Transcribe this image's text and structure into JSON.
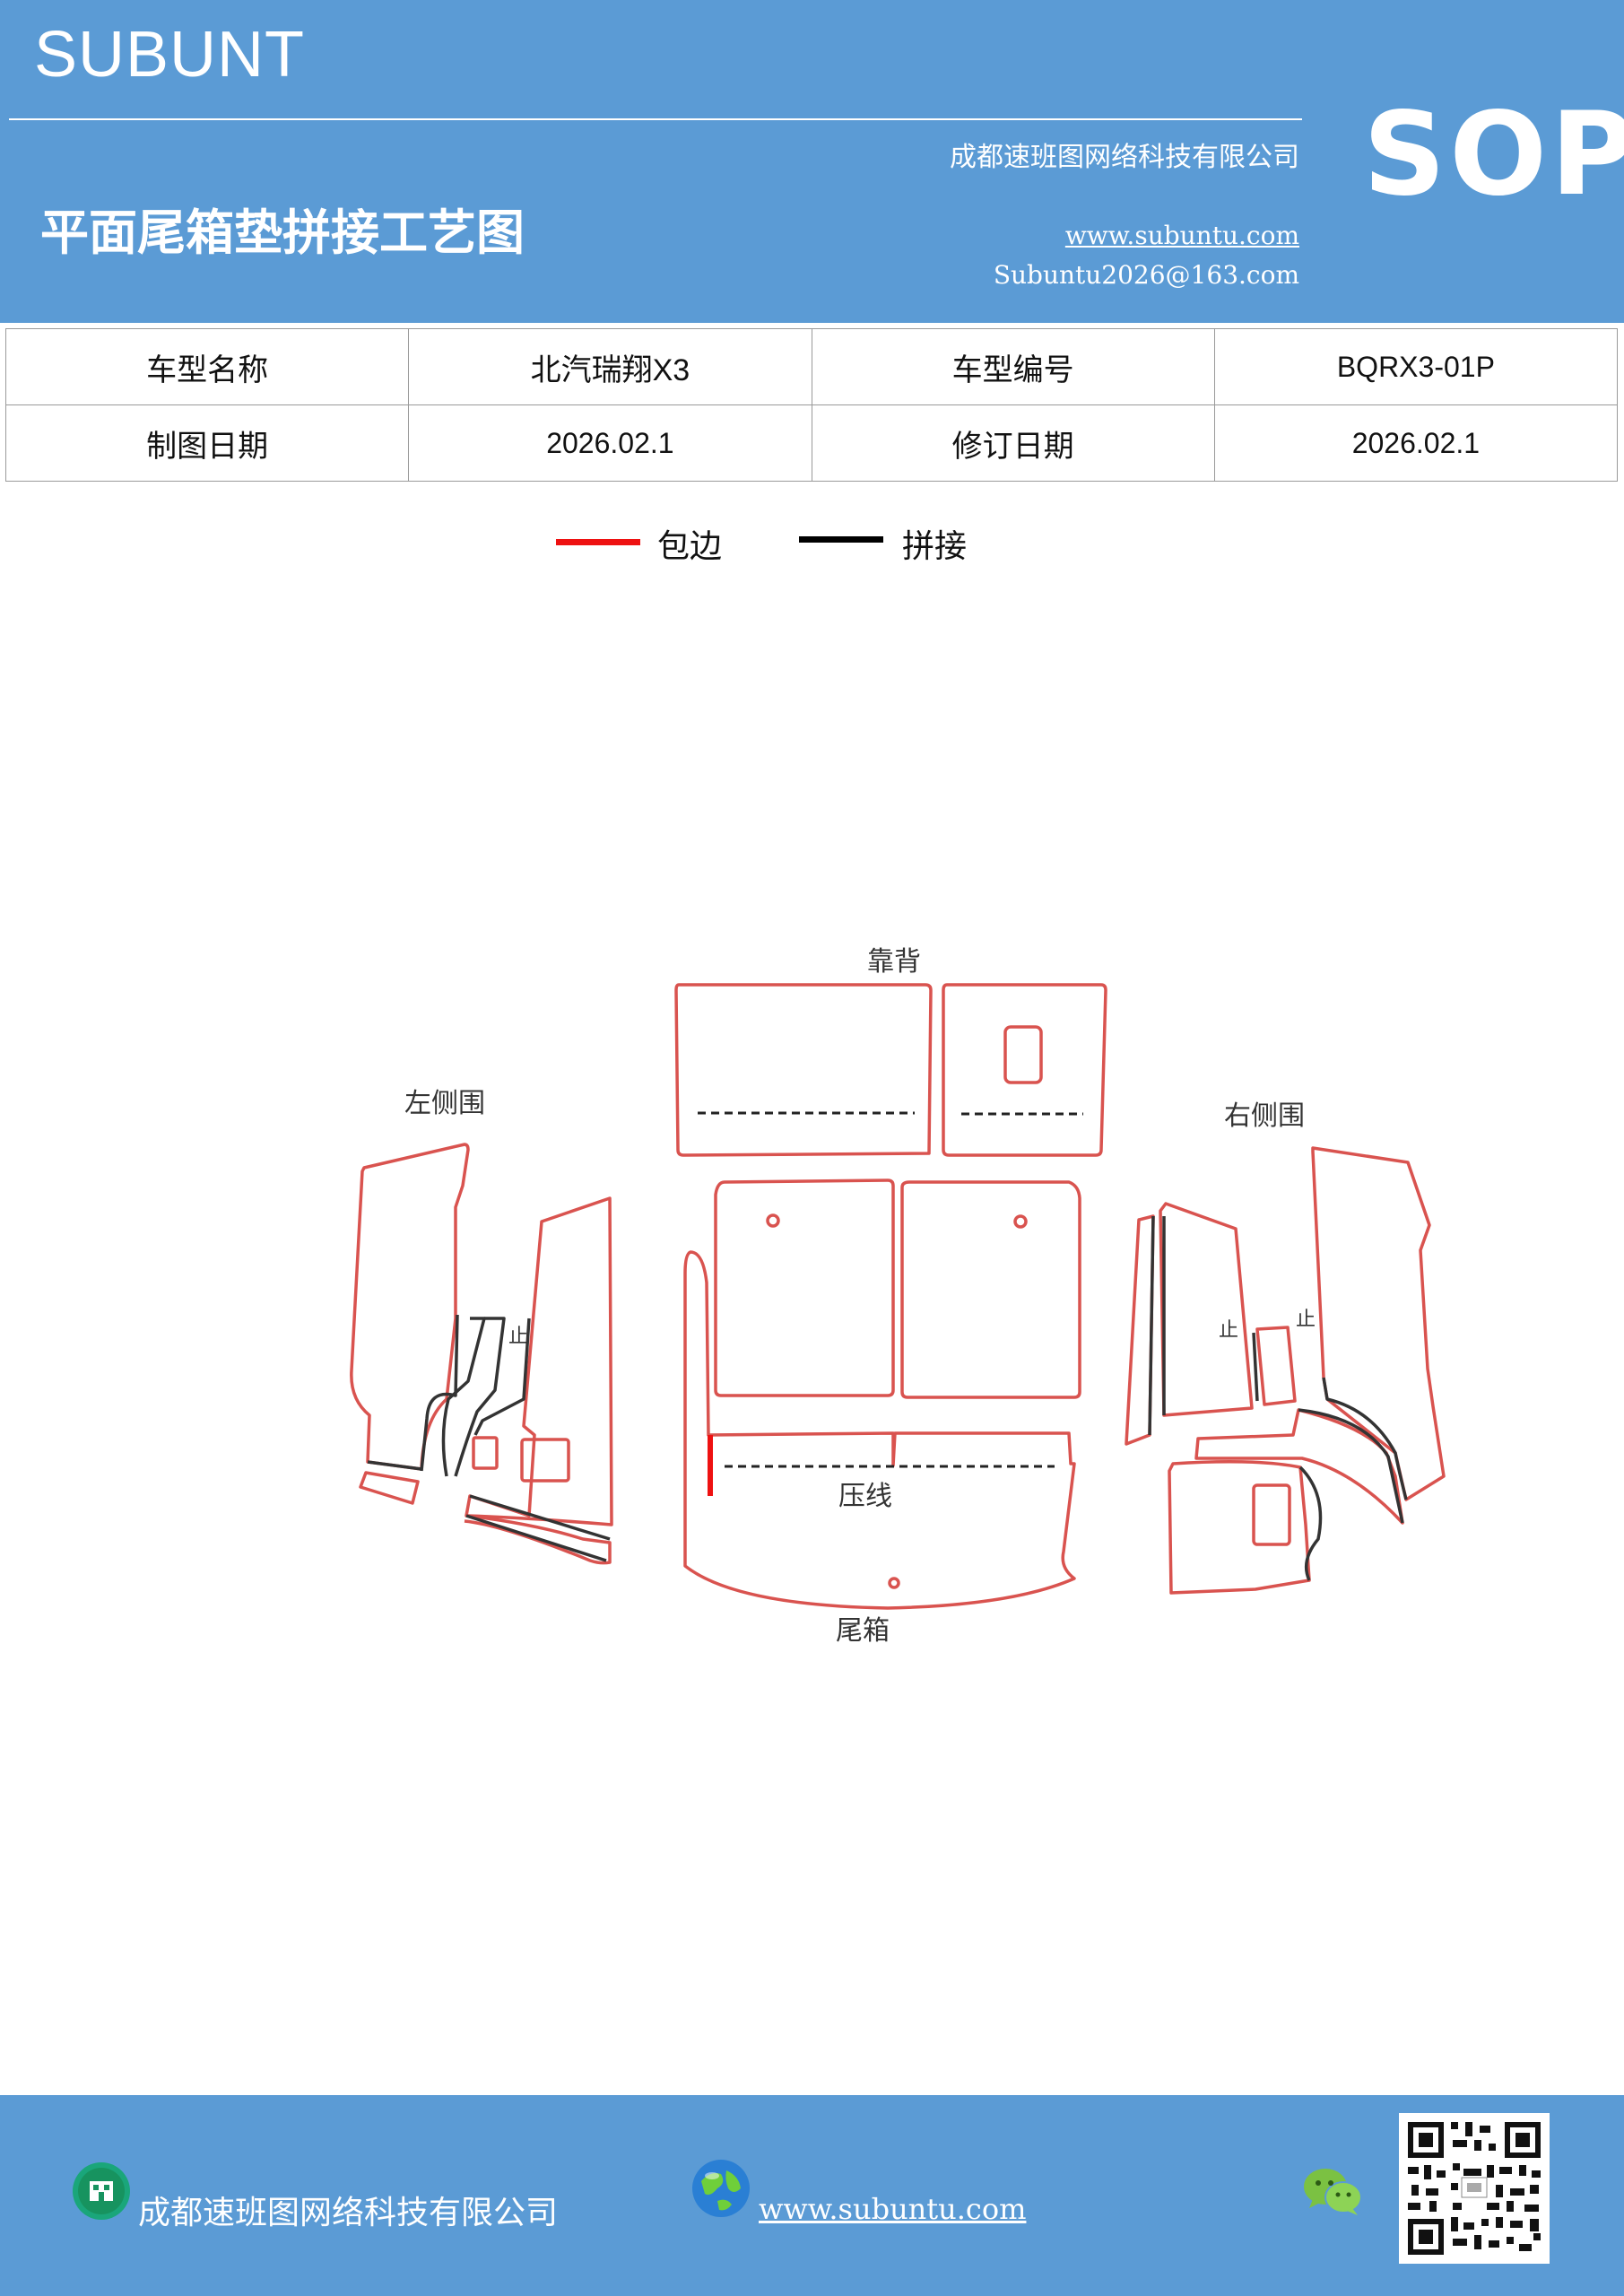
{
  "header": {
    "brand": "SUBUNT",
    "company": "成都速班图网络科技有限公司",
    "sop": "SOP",
    "title": "平面尾箱垫拼接工艺图",
    "website": "www.subuntu.com",
    "email": "Subuntu2026@163.com"
  },
  "info_table": {
    "rows": [
      [
        "车型名称",
        "北汽瑞翔X3",
        "车型编号",
        "BQRX3-01P"
      ],
      [
        "制图日期",
        "2026.02.1",
        "修订日期",
        "2026.02.1"
      ]
    ]
  },
  "legend": {
    "items": [
      {
        "label": "包边",
        "color": "#ee1111"
      },
      {
        "label": "拼接",
        "color": "#000000"
      }
    ]
  },
  "diagram": {
    "labels": {
      "back": "靠背",
      "left": "左侧围",
      "right": "右侧围",
      "crease": "压线",
      "trunk": "尾箱",
      "stop_left": "止",
      "stop_right_1": "止",
      "stop_right_2": "止"
    }
  },
  "footer": {
    "company": "成都速班图网络科技有限公司",
    "website": "www.subuntu.com "
  },
  "colors": {
    "brand_blue": "#5b9bd5",
    "piece_outline": "#d9534f",
    "seam": "#333333"
  },
  "icons": [
    "building-icon",
    "globe-icon",
    "wechat-icon",
    "qr-code"
  ]
}
